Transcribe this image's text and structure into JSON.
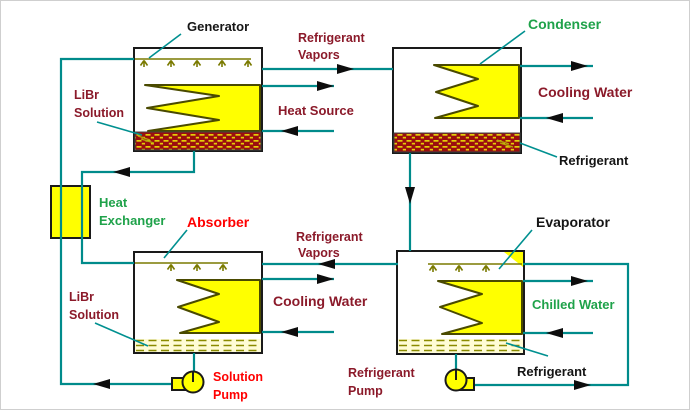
{
  "labels": {
    "generator": "Generator",
    "condenser": "Condenser",
    "absorber": "Absorber",
    "evaporator": "Evaporator",
    "heat_exchanger_line1": "Heat",
    "heat_exchanger_line2": "Exchanger",
    "refrigerant_vapors_top_line1": "Refrigerant",
    "refrigerant_vapors_top_line2": "Vapors",
    "refrigerant_vapors_mid_line1": "Refrigerant",
    "refrigerant_vapors_mid_line2": "Vapors",
    "heat_source": "Heat Source",
    "cooling_water_condenser": "Cooling Water",
    "cooling_water_absorber": "Cooling Water",
    "chilled_water": "Chilled Water",
    "libr_solution_generator_line1": "LiBr",
    "libr_solution_generator_line2": "Solution",
    "libr_solution_absorber_line1": "LiBr",
    "libr_solution_absorber_line2": "Solution",
    "refrigerant_condenser": "Refrigerant",
    "refrigerant_evaporator": "Refrigerant",
    "solution_pump_line1": "Solution",
    "solution_pump_line2": "Pump",
    "refrigerant_pump_line1": "Refrigerant",
    "refrigerant_pump_line2": "Pump"
  },
  "colors": {
    "pipe_teal": "#008B8B",
    "label_maroon": "#8B1A2A",
    "label_red": "#FF0000",
    "label_green": "#1FA24A",
    "label_black": "#151515",
    "vessel_yellow": "#FFFF00",
    "coil_olive": "#4A4A00",
    "brick_red": "#9B0E0E"
  }
}
